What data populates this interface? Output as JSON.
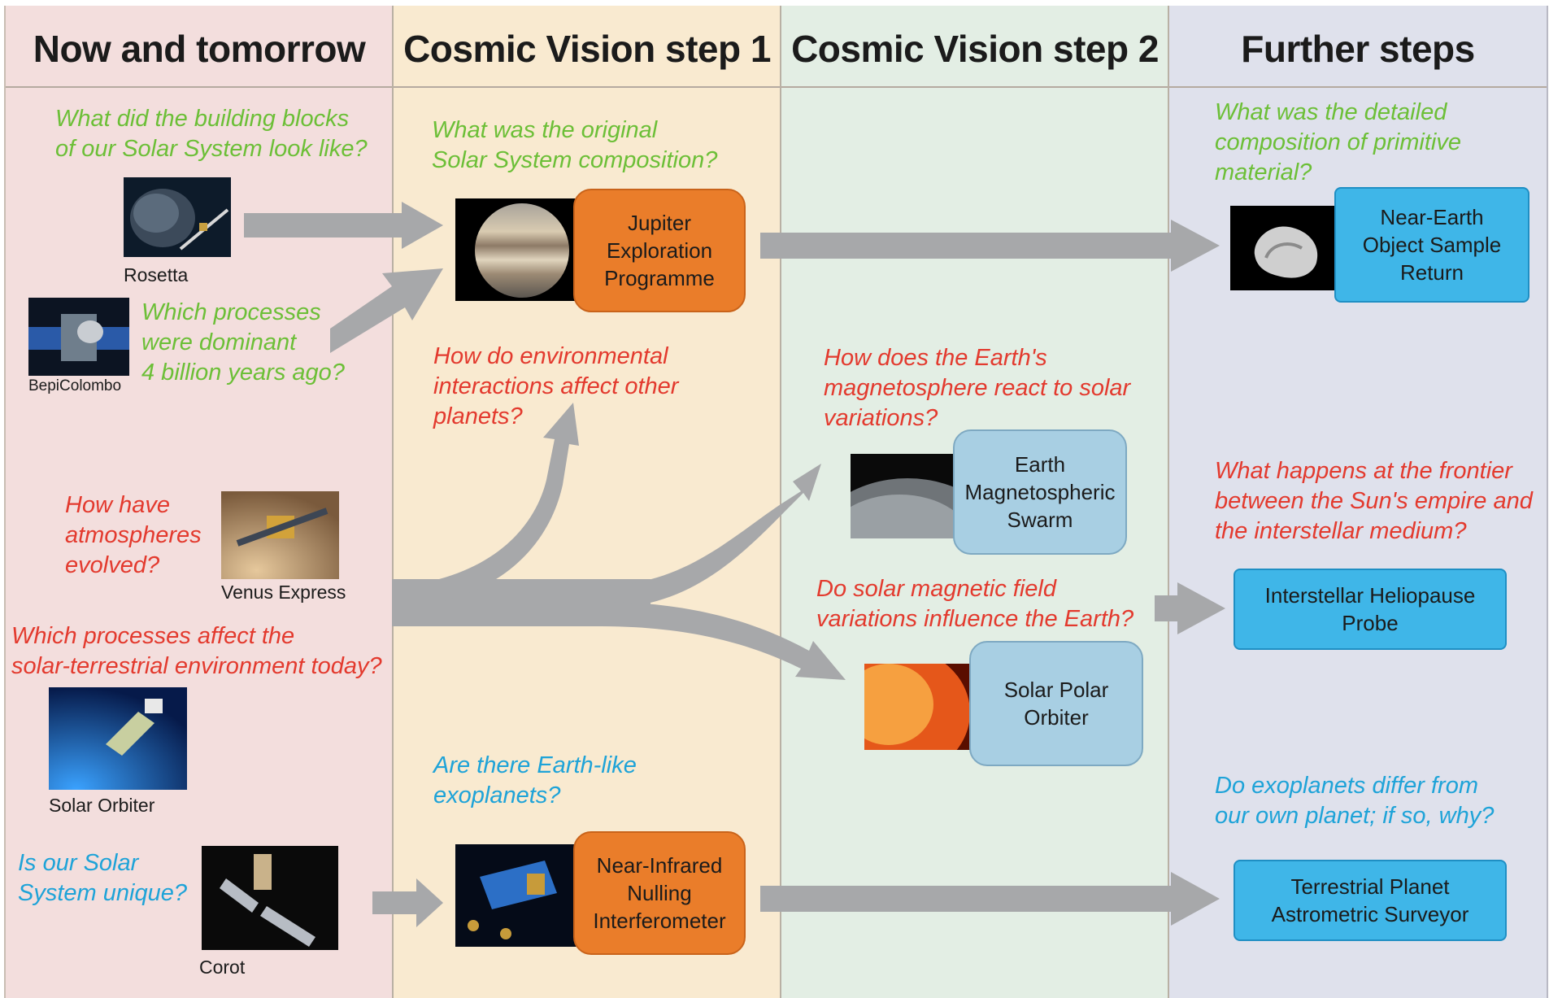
{
  "colors": {
    "col1_bg": "#f3dedd",
    "col2_bg": "#f9ead0",
    "col3_bg": "#e3eee4",
    "col4_bg": "#dfe1ec",
    "arrow": "#a7a8aa",
    "question_green": "#6cbf37",
    "question_red": "#e33a2e",
    "question_blue": "#1ea3d8",
    "mission_orange": "#ea7d2a",
    "mission_light_blue": "#a8cfe3",
    "mission_cyan": "#3fb6e8"
  },
  "columns": [
    {
      "title": "Now and tomorrow"
    },
    {
      "title": "Cosmic Vision step 1"
    },
    {
      "title": "Cosmic Vision step 2"
    },
    {
      "title": "Further steps"
    }
  ],
  "questions": {
    "building_blocks": "What did the building blocks\nof our Solar System look like?",
    "dominant_processes": "Which processes\nwere dominant\n4 billion years ago?",
    "atmospheres": "How have\natmospheres\nevolved?",
    "solar_terrestrial": "Which processes affect the\nsolar-terrestrial environment today?",
    "solar_unique": "Is our Solar\nSystem unique?",
    "original_composition": "What was the original\nSolar System composition?",
    "environmental_interactions": "How do environmental\ninteractions affect other\nplanets?",
    "earth_like_exoplanets": "Are there Earth-like\nexoplanets?",
    "magnetosphere_react": "How does the Earth's\nmagnetosphere react to solar\nvariations?",
    "solar_magnetic_field": "Do solar magnetic field\nvariations influence the Earth?",
    "detailed_composition": "What was the detailed\ncomposition of primitive\nmaterial?",
    "frontier": "What happens at the frontier\nbetween the Sun's empire and\nthe interstellar medium?",
    "exoplanets_differ": "Do exoplanets differ from\nour own planet; if so, why?"
  },
  "current_missions": {
    "rosetta": "Rosetta",
    "bepicolombo": "BepiColombo",
    "venus_express": "Venus Express",
    "solar_orbiter": "Solar Orbiter",
    "corot": "Corot"
  },
  "icons": {
    "rosetta": "comet-spacecraft-icon",
    "bepicolombo": "spacecraft-icon",
    "venus_express": "venus-spacecraft-icon",
    "solar_orbiter": "sun-spacecraft-icon",
    "corot": "satellite-icon",
    "jupiter": "jupiter-planet-icon",
    "nulling": "interferometer-spacecraft-icon",
    "earth": "earth-limb-icon",
    "sun": "sun-surface-icon",
    "asteroid": "asteroid-icon"
  },
  "future_missions": {
    "jupiter": "Jupiter\nExploration\nProgramme",
    "nulling": "Near-Infrared\nNulling\nInterferometer",
    "swarm": "Earth\nMagnetospheric\nSwarm",
    "solar_polar": "Solar Polar\nOrbiter",
    "neo_return": "Near-Earth\nObject Sample\nReturn",
    "heliopause": "Interstellar Heliopause\nProbe",
    "astrometric": "Terrestrial Planet\nAstrometric Surveyor"
  }
}
